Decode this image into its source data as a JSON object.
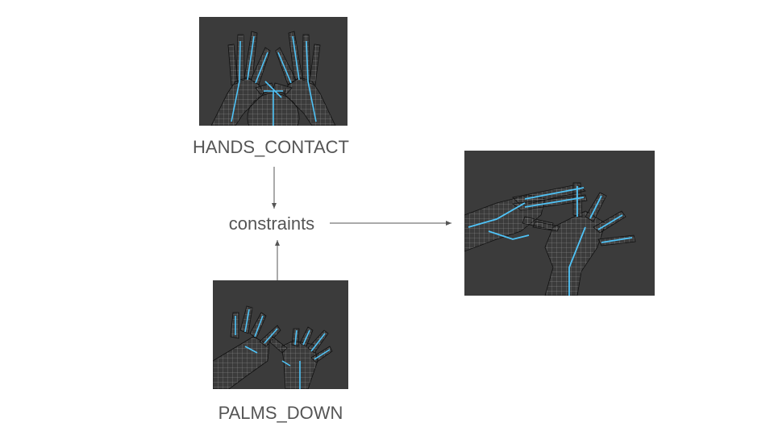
{
  "labels": {
    "top": "HANDS_CONTACT",
    "middle": "constraints",
    "bottom": "PALMS_DOWN"
  },
  "colors": {
    "background": "#ffffff",
    "render_bg": "#3b3b3b",
    "mesh": "#8a8a8a",
    "bones": "#4fc3f7",
    "text": "#555555",
    "arrow": "#555555"
  },
  "images": [
    {
      "name": "hands-contact-render",
      "icon": "hands-contact-icon"
    },
    {
      "name": "palms-down-render",
      "icon": "palms-down-icon"
    },
    {
      "name": "result-render",
      "icon": "result-hands-icon"
    }
  ]
}
